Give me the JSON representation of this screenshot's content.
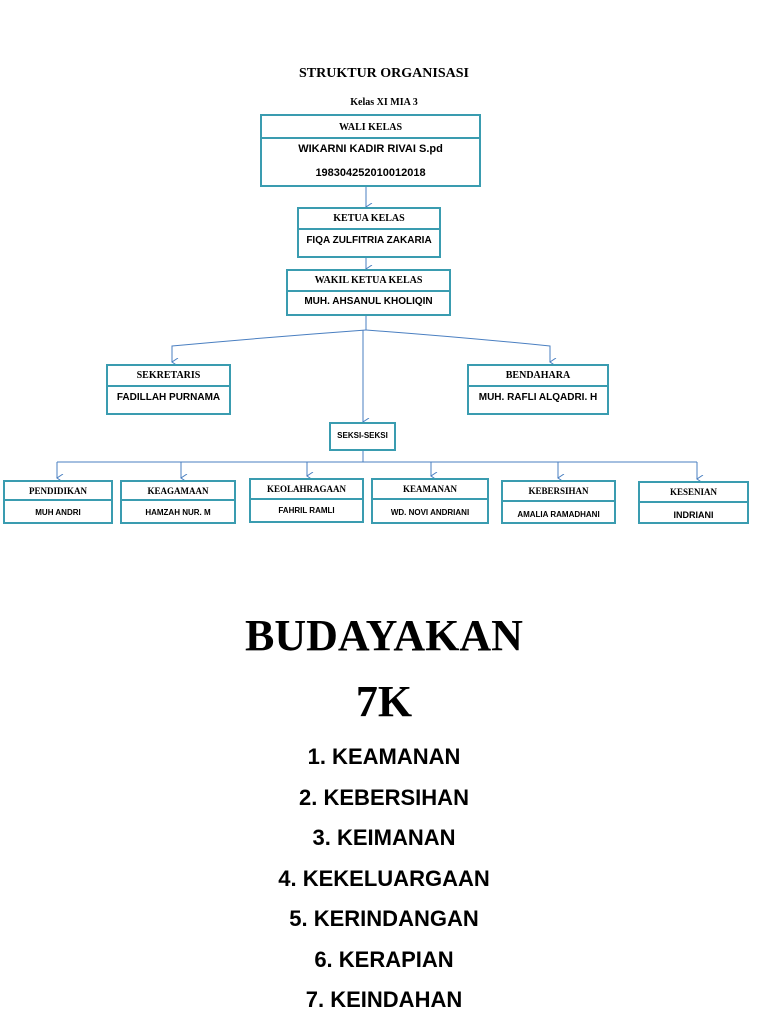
{
  "title": "STRUKTUR ORGANISASI",
  "subtitle": "Kelas XI MIA 3",
  "wali_kelas": {
    "role": "WALI KELAS",
    "name": "WIKARNI KADIR RIVAI S.pd",
    "nip": "198304252010012018"
  },
  "ketua": {
    "role": "KETUA KELAS",
    "name": "FIQA ZULFITRIA ZAKARIA"
  },
  "wakil": {
    "role": "WAKIL KETUA KELAS",
    "name": "MUH. AHSANUL KHOLIQIN"
  },
  "sekretaris": {
    "role": "SEKRETARIS",
    "name": "FADILLAH PURNAMA"
  },
  "bendahara": {
    "role": "BENDAHARA",
    "name": "MUH. RAFLI ALQADRI. H"
  },
  "seksi_label": "SEKSI-SEKSI",
  "seksi": [
    {
      "role": "PENDIDIKAN",
      "name": "MUH ANDRI"
    },
    {
      "role": "KEAGAMAAN",
      "name": "HAMZAH NUR. M"
    },
    {
      "role": "KEOLAHRAGAAN",
      "name": "FAHRIL RAMLI"
    },
    {
      "role": "KEAMANAN",
      "name": "WD. NOVI ANDRIANI"
    },
    {
      "role": "KEBERSIHAN",
      "name": "AMALIA RAMADHANI"
    },
    {
      "role": "KESENIAN",
      "name": "INDRIANI"
    }
  ],
  "heading": "BUDAYAKAN",
  "heading2": "7K",
  "list": [
    "1. KEAMANAN",
    "2. KEBERSIHAN",
    "3. KEIMANAN",
    "4. KEKELUARGAAN",
    "5. KERINDANGAN",
    "6. KERAPIAN",
    "7. KEINDAHAN"
  ],
  "colors": {
    "box_border": "#3a9cb0",
    "connector": "#4a7fc1"
  }
}
